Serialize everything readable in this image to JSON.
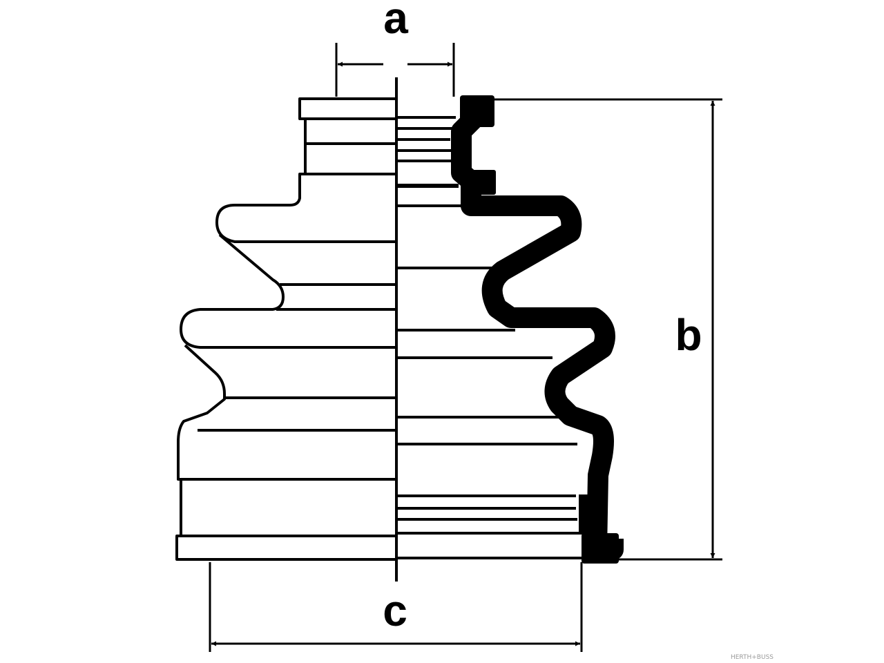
{
  "diagram": {
    "subject": "cv-joint-boot-drawing",
    "ink_color": "#000000",
    "paper_color": "#ffffff",
    "labels": {
      "a": "a",
      "b": "b",
      "c": "c"
    },
    "watermark": "HERTH+BUSS"
  }
}
